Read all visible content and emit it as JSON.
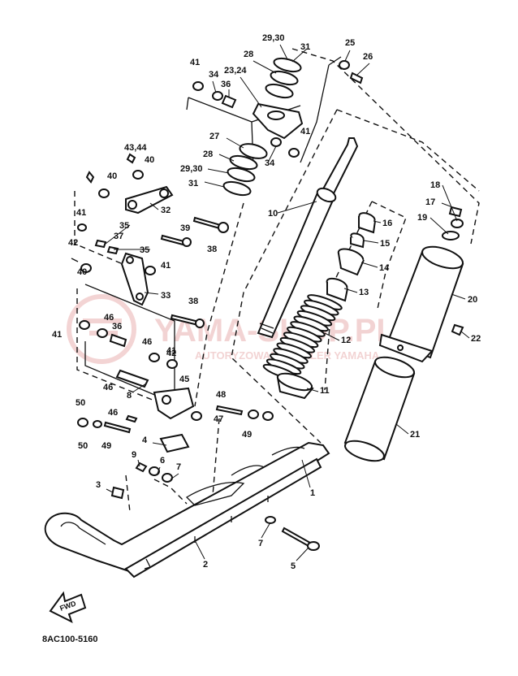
{
  "diagram_code": "8AC100-5160",
  "fwd_label": "FWD",
  "watermark": {
    "main": "YAMA-SHOP.PL",
    "sub": "AUTORYZOWANY DEALER YAMAHA"
  },
  "callouts": [
    "1",
    "2",
    "3",
    "4",
    "5",
    "6",
    "7",
    "7",
    "8",
    "9",
    "10",
    "11",
    "12",
    "13",
    "14",
    "15",
    "16",
    "17",
    "18",
    "19",
    "20",
    "21",
    "22",
    "23,24",
    "25",
    "26",
    "27",
    "28",
    "28",
    "29,30",
    "29,30",
    "31",
    "31",
    "32",
    "33",
    "34",
    "34",
    "35",
    "35",
    "36",
    "36",
    "37",
    "38",
    "38",
    "39",
    "40",
    "40",
    "40",
    "41",
    "41",
    "41",
    "41",
    "41",
    "41",
    "42",
    "42",
    "43,44",
    "45",
    "46",
    "46",
    "46",
    "46",
    "47",
    "48",
    "49",
    "49",
    "50",
    "50"
  ]
}
